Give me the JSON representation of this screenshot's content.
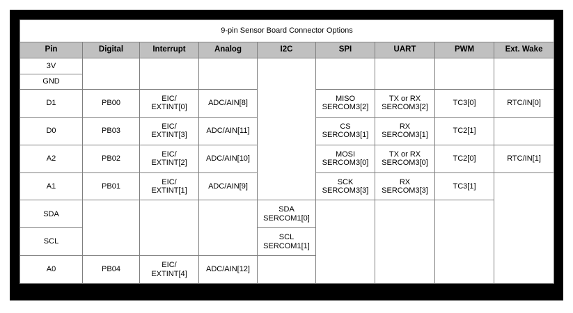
{
  "frame": {
    "border_color": "#000000",
    "table_border_color": "#7f7f7f"
  },
  "colors": {
    "header_gray": "#c0c0c0",
    "pin_column_gray": "#d9d9d9",
    "unavailable_gray": "#a6a6a6",
    "cell_white": "#ffffff",
    "text": "#000000"
  },
  "table": {
    "title": "9-pin Sensor Board Connector Options",
    "columns": [
      "Pin",
      "Digital",
      "Interrupt",
      "Analog",
      "I2C",
      "SPI",
      "UART",
      "PWM",
      "Ext. Wake"
    ],
    "rows": [
      {
        "pin": "3V",
        "digital": "",
        "interrupt": "",
        "analog": "",
        "i2c": "",
        "spi": "",
        "uart": "",
        "pwm": "",
        "ext_wake": ""
      },
      {
        "pin": "GND",
        "digital": "",
        "interrupt": "",
        "analog": "",
        "i2c": "",
        "spi": "",
        "uart": "",
        "pwm": "",
        "ext_wake": ""
      },
      {
        "pin": "D1",
        "digital": "PB00",
        "interrupt": "EIC/\nEXTINT[0]",
        "analog": "ADC/AIN[8]",
        "i2c": "",
        "spi": "MISO\nSERCOM3[2]",
        "uart": "TX or RX\nSERCOM3[2]",
        "pwm": "TC3[0]",
        "ext_wake": "RTC/IN[0]"
      },
      {
        "pin": "D0",
        "digital": "PB03",
        "interrupt": "EIC/\nEXTINT[3]",
        "analog": "ADC/AIN[11]",
        "i2c": "",
        "spi": "CS\nSERCOM3[1]",
        "uart": "RX\nSERCOM3[1]",
        "pwm": "TC2[1]",
        "ext_wake": ""
      },
      {
        "pin": "A2",
        "digital": "PB02",
        "interrupt": "EIC/\nEXTINT[2]",
        "analog": "ADC/AIN[10]",
        "i2c": "",
        "spi": "MOSI\nSERCOM3[0]",
        "uart": "TX or RX\nSERCOM3[0]",
        "pwm": "TC2[0]",
        "ext_wake": "RTC/IN[1]"
      },
      {
        "pin": "A1",
        "digital": "PB01",
        "interrupt": "EIC/\nEXTINT[1]",
        "analog": "ADC/AIN[9]",
        "i2c": "",
        "spi": "SCK\nSERCOM3[3]",
        "uart": "RX\nSERCOM3[3]",
        "pwm": "TC3[1]",
        "ext_wake": ""
      },
      {
        "pin": "SDA",
        "digital": "",
        "interrupt": "",
        "analog": "",
        "i2c": "SDA\nSERCOM1[0]",
        "spi": "",
        "uart": "",
        "pwm": "",
        "ext_wake": ""
      },
      {
        "pin": "SCL",
        "digital": "",
        "interrupt": "",
        "analog": "",
        "i2c": "SCL\nSERCOM1[1]",
        "spi": "",
        "uart": "",
        "pwm": "",
        "ext_wake": ""
      },
      {
        "pin": "A0",
        "digital": "PB04",
        "interrupt": "EIC/\nEXTINT[4]",
        "analog": "ADC/AIN[12]",
        "i2c": "",
        "spi": "",
        "uart": "",
        "pwm": "",
        "ext_wake": ""
      }
    ]
  }
}
